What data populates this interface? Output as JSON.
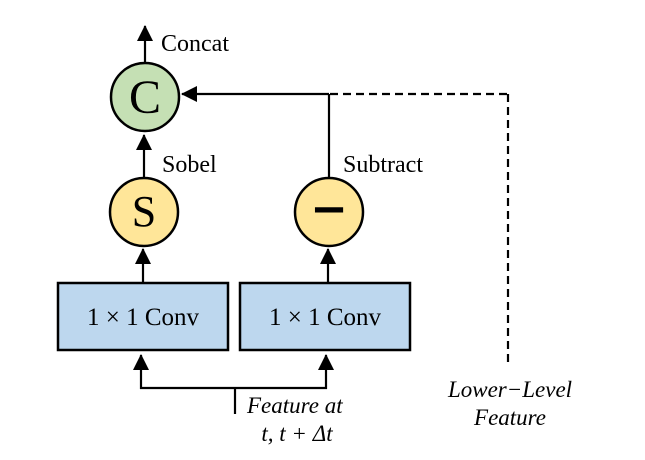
{
  "diagram": {
    "colors": {
      "concat_fill": "#c5e0b4",
      "sobel_fill": "#ffe699",
      "subtract_fill": "#ffe699",
      "conv_fill": "#bdd7ee",
      "line": "#000000",
      "background": "#ffffff"
    },
    "nodes": {
      "concat": {
        "symbol": "C",
        "label": "Concat"
      },
      "sobel": {
        "symbol": "S",
        "label": "Sobel"
      },
      "subtract": {
        "symbol": "−",
        "label": "Subtract"
      },
      "conv_left": {
        "label": "1 × 1 Conv"
      },
      "conv_right": {
        "label": "1 × 1 Conv"
      }
    },
    "annotations": {
      "input_line1": "Feature at",
      "input_line2": "t, t + Δt",
      "skip_line1": "Lower−Level",
      "skip_line2": "Feature"
    }
  }
}
